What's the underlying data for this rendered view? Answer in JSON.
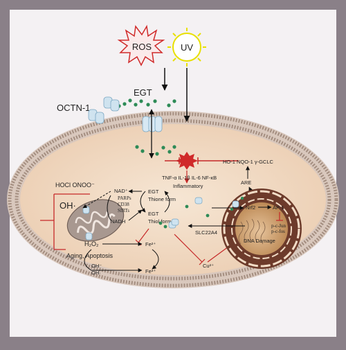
{
  "labels": {
    "ros": "ROS",
    "uv": "UV",
    "egt_top": "EGT",
    "octn1": "OCTN-1",
    "cytokines": "TNF-α IL-1β  IL-6 NF-κB",
    "inflammatory": "Inflammatory",
    "ho1": "HO-1  NQO-1 γ-GCLC",
    "are": "ARE",
    "hocl": "HOCl  ONOO⁻",
    "oh": "OH·",
    "nad_plus": "NAD⁺",
    "nadh": "NADH",
    "parp": "PARPs",
    "cd38": "CD38",
    "sirt": "SIRTs",
    "egt_thione": "EGT",
    "thione_form": "Thione form",
    "egt_thiol": "EGT",
    "thiol_form": "Thiol form",
    "nrf2": "Nrf2",
    "ap1": "AP-1",
    "slc22a4": "SLC22A4",
    "dna_damage": "DNA Damage",
    "h2o2": "H₂O₂",
    "fe2": "Fe²⁺",
    "fe3": "Fe³⁺",
    "oh_bottom1": "OH⁻",
    "oh_bottom2": "OH·",
    "cu2": "Cu²⁺",
    "aging": "Aging, Apoptosis",
    "pc_jun": "p-c-Jun",
    "pc_fos": "p-c-fos"
  },
  "colors": {
    "background": "#8a8088",
    "frame": "#f4f1f3",
    "cytoplasm": "#f2dcc6",
    "membrane": "#b8a598",
    "egt_dot": "#2e8b57",
    "inhibit": "#c62828",
    "ros_star": "#d02a2a",
    "uv_sun": "#e8e000",
    "nucleus": "#c99a66"
  },
  "icons": [
    "ros-burst-icon",
    "uv-sun-icon",
    "transporter-icon",
    "mitochondrion-icon",
    "nucleus-icon",
    "dna-icon"
  ]
}
